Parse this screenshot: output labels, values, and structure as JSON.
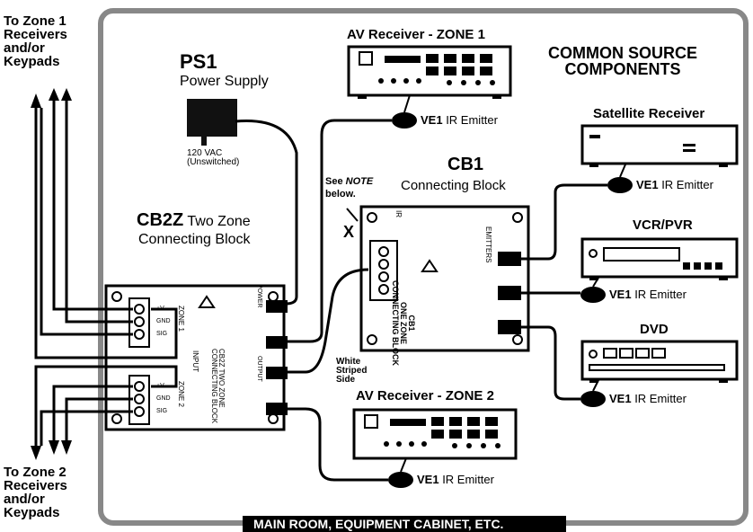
{
  "zone1_note": "To Zone 1\nReceivers\nand/or\nKeypads",
  "zone2_note": "To Zone 2\nReceivers\nand/or\nKeypads",
  "ps1": {
    "title": "PS1",
    "subtitle": "Power Supply",
    "voltage": "120 VAC\n(Unswitched)"
  },
  "av_zone1": "AV Receiver - ZONE 1",
  "av_zone2": "AV Receiver - ZONE 2",
  "common_source": "COMMON SOURCE\nCOMPONENTS",
  "satellite": "Satellite Receiver",
  "vcr": "VCR/PVR",
  "dvd": "DVD",
  "emitter": {
    "name": "VE1",
    "suffix": " IR Emitter"
  },
  "cb1": {
    "title": "CB1",
    "subtitle": "Connecting Block",
    "body": "CB1\nONE ZONE\nCONNECTING BLOCK",
    "side": "EMITTERS",
    "ir": "IR"
  },
  "cb2z": {
    "title": "CB2Z",
    "subtitle": " Two Zone",
    "subtitle2": "Connecting Block",
    "body": "CB2Z TWO ZONE\nCONNECTING BLOCK",
    "zone1": "ZONE 1",
    "zone2": "ZONE 2",
    "input": "INPUT",
    "power": "POWER",
    "output": "OUTPUT"
  },
  "note": {
    "see": "See ",
    "word": "NOTE",
    "below": "below.",
    "x": "X"
  },
  "white_striped": "White\nStriped\nSide",
  "terminal_labels": {
    "v": "+V",
    "gnd": "GND",
    "sig": "SIG"
  },
  "footer": "MAIN ROOM, EQUIPMENT CABINET, ETC."
}
